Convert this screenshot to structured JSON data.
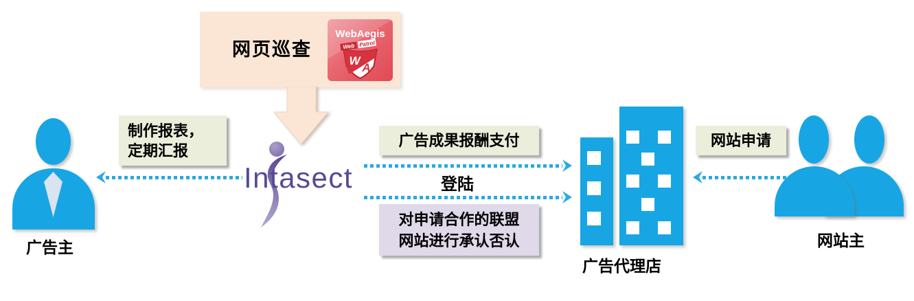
{
  "colors": {
    "actor_blue": "#17A6E3",
    "arrow_blue": "#2AA9E2",
    "banner_peach": "#FBE6D5",
    "callout_green": "#EBEEDB",
    "callout_purple": "#E0D9E9",
    "logo_purple": "#564A92",
    "webaegis_red": "#D6333E"
  },
  "top_banner": {
    "label": "网页巡查",
    "logo_title": "WebAegis",
    "logo_ribbon_left": "Web",
    "logo_ribbon_right": "Patrol",
    "logo_letter_w": "W",
    "logo_letter_a": "A"
  },
  "center": {
    "logo_text": "Intasect"
  },
  "left": {
    "callout_lines": [
      "制作报表，",
      "定期汇报"
    ],
    "actor_label": "广告主"
  },
  "middle": {
    "pay_label": "广告成果报酬支付",
    "login_label": "登陆",
    "approve_lines": [
      "对申请合作的联盟",
      "网站进行承认否认"
    ]
  },
  "agency": {
    "label": "广告代理店"
  },
  "right": {
    "callout_label": "网站申请",
    "actor_label": "网站主"
  }
}
